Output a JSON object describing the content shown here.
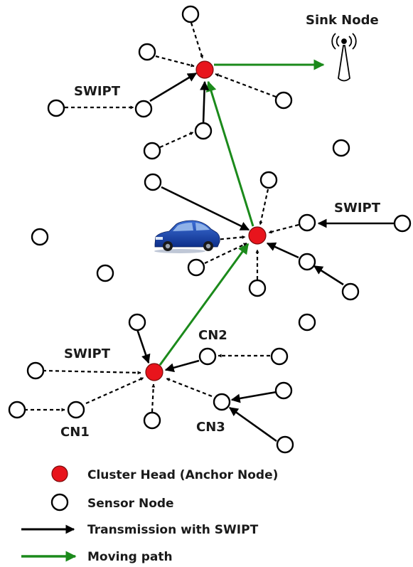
{
  "labels": {
    "sink_node": "Sink Node",
    "swipt_top": "SWIPT",
    "swipt_right": "SWIPT",
    "swipt_bottom": "SWIPT",
    "cn1": "CN1",
    "cn2": "CN2",
    "cn3": "CN3"
  },
  "legend": {
    "cluster_head": "Cluster Head (Anchor Node)",
    "sensor_node": "Sensor Node",
    "transmission": "Transmission with SWIPT",
    "moving_path": "Moving path"
  },
  "colors": {
    "cluster_head": "#e8141c",
    "transmission": "#000000",
    "moving_path": "#1b8a1b"
  },
  "icons": {
    "sink": "antenna-tower-icon",
    "vehicle": "car-icon"
  }
}
